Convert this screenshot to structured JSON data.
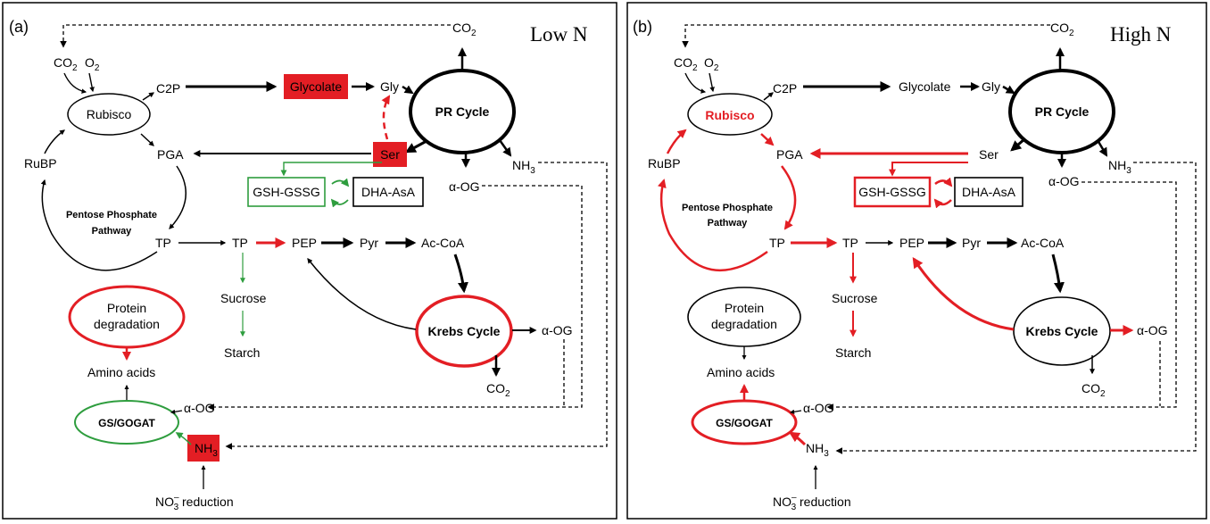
{
  "colors": {
    "red": "#e31e24",
    "green": "#2e9d3e",
    "black": "#000000",
    "highlight_box": "#e31e24"
  },
  "panels": [
    {
      "id": "a",
      "label": "(a)",
      "condition": "Low N",
      "nodes": {
        "co2_in": "CO",
        "o2_in": "O",
        "rubisco": "Rubisco",
        "c2p": "C2P",
        "glycolate": "Glycolate",
        "gly": "Gly",
        "co2_top": "CO",
        "pr_cycle": "PR Cycle",
        "ser": "Ser",
        "nh3_top": "NH",
        "aog_pr": "α-OG",
        "pga": "PGA",
        "rubp": "RuBP",
        "gsh_gssg": "GSH-GSSG",
        "dha_asa": "DHA-AsA",
        "pentose_l1": "Pentose Phosphate",
        "pentose_l2": "Pathway",
        "tp1": "TP",
        "tp2": "TP",
        "pep": "PEP",
        "pyr": "Pyr",
        "accoa": "Ac-CoA",
        "sucrose": "Sucrose",
        "starch": "Starch",
        "protein_l1": "Protein",
        "protein_l2": "degradation",
        "krebs": "Krebs Cycle",
        "aog_krebs": "α-OG",
        "co2_krebs": "CO",
        "amino_acids": "Amino acids",
        "gs_gogat": "GS/GOGAT",
        "aog_gs": "α-OG",
        "nh3_bottom": "NH",
        "no3_red_pre": "NO",
        "no3_red_post": " reduction"
      },
      "subscripts": {
        "two": "2",
        "three": "3",
        "nitrate_charge": "3",
        "minus": "–"
      }
    },
    {
      "id": "b",
      "label": "(b)",
      "condition": "High N",
      "nodes": {
        "co2_in": "CO",
        "o2_in": "O",
        "rubisco": "Rubisco",
        "c2p": "C2P",
        "glycolate": "Glycolate",
        "gly": "Gly",
        "co2_top": "CO",
        "pr_cycle": "PR Cycle",
        "ser": "Ser",
        "nh3_top": "NH",
        "aog_pr": "α-OG",
        "pga": "PGA",
        "rubp": "RuBP",
        "gsh_gssg": "GSH-GSSG",
        "dha_asa": "DHA-AsA",
        "pentose_l1": "Pentose Phosphate",
        "pentose_l2": "Pathway",
        "tp1": "TP",
        "tp2": "TP",
        "pep": "PEP",
        "pyr": "Pyr",
        "accoa": "Ac-CoA",
        "sucrose": "Sucrose",
        "starch": "Starch",
        "protein_l1": "Protein",
        "protein_l2": "degradation",
        "krebs": "Krebs Cycle",
        "aog_krebs": "α-OG",
        "co2_krebs": "CO",
        "amino_acids": "Amino acids",
        "gs_gogat": "GS/GOGAT",
        "aog_gs": "α-OG",
        "nh3_bottom": "NH",
        "no3_red_pre": "NO",
        "no3_red_post": " reduction"
      },
      "subscripts": {
        "two": "2",
        "three": "3",
        "nitrate_charge": "3",
        "minus": "–"
      }
    }
  ]
}
